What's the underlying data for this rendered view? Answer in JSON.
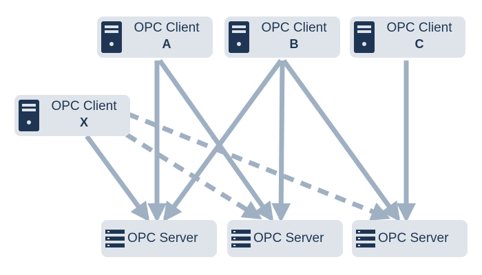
{
  "colors": {
    "node_fill": "#dfe4ea",
    "text": "#1e3654",
    "icon": "#1e3654",
    "edge": "#9fb0c3"
  },
  "clients": [
    {
      "id": "A",
      "title": "OPC Client",
      "letter": "A",
      "icon": "server-tower-icon"
    },
    {
      "id": "B",
      "title": "OPC Client",
      "letter": "B",
      "icon": "server-tower-icon"
    },
    {
      "id": "C",
      "title": "OPC Client",
      "letter": "C",
      "icon": "server-tower-icon"
    },
    {
      "id": "X",
      "title": "OPC Client",
      "letter": "X",
      "icon": "server-tower-icon"
    }
  ],
  "servers": [
    {
      "id": "S1",
      "title": "OPC Server",
      "icon": "server-rack-icon"
    },
    {
      "id": "S2",
      "title": "OPC Server",
      "icon": "server-rack-icon"
    },
    {
      "id": "S3",
      "title": "OPC Server",
      "icon": "server-rack-icon"
    }
  ],
  "connections": [
    {
      "from": "A",
      "to": "S1",
      "style": "solid"
    },
    {
      "from": "A",
      "to": "S2",
      "style": "solid"
    },
    {
      "from": "B",
      "to": "S1",
      "style": "solid"
    },
    {
      "from": "B",
      "to": "S2",
      "style": "solid"
    },
    {
      "from": "B",
      "to": "S3",
      "style": "solid"
    },
    {
      "from": "C",
      "to": "S3",
      "style": "solid"
    },
    {
      "from": "X",
      "to": "S1",
      "style": "solid"
    },
    {
      "from": "X",
      "to": "S2",
      "style": "dashed"
    },
    {
      "from": "X",
      "to": "S3",
      "style": "dashed"
    }
  ]
}
